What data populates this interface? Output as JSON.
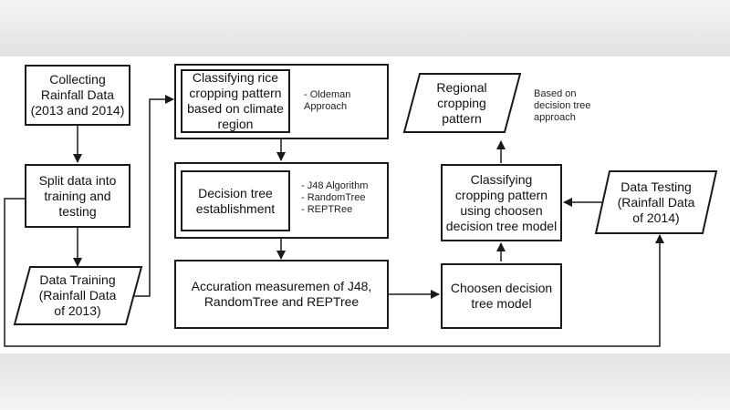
{
  "nodes": {
    "collecting": "Collecting\nRainfall Data\n(2013 and 2014)",
    "split": "Split data into\ntraining and\ntesting",
    "training": "Data Training\n(Rainfall Data\nof 2013)",
    "classifying_rice": "Classifying rice\ncropping pattern\nbased on climate\nregion",
    "decision_tree": "Decision tree\nestablishment",
    "accuration": "Accuration measuremen of J48,\nRandomTree and REPTree",
    "choosen_model": "Choosen decision\ntree model",
    "classifying_cropping": "Classifying\ncropping pattern\nusing choosen\ndecision tree model",
    "regional": "Regional\ncropping\npattern",
    "testing": "Data Testing\n(Rainfall Data\nof 2014)"
  },
  "notes": {
    "oldeman": "- Oldeman\nApproach",
    "algorithms": "- J48 Algorithm\n- RandomTree\n- REPTRee",
    "based_on": "Based on\ndecision tree\napproach"
  }
}
